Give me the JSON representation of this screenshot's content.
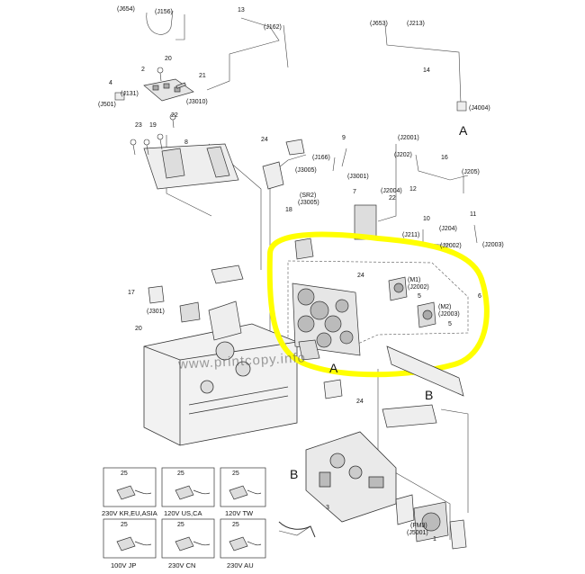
{
  "watermark": "www.printcopy.info",
  "callouts": {
    "c1": "1",
    "c2": "2",
    "c3": "3",
    "c4": "4",
    "c5a": "5",
    "c5b": "5",
    "c6": "6",
    "c7": "7",
    "c8": "8",
    "c9": "9",
    "c10": "10",
    "c11": "11",
    "c12": "12",
    "c13": "13",
    "c14": "14",
    "c16": "16",
    "c17": "17",
    "c18": "18",
    "c19": "19",
    "c20a": "20",
    "c20b": "20",
    "c21": "21",
    "c22a": "22",
    "c22b": "22",
    "c23": "23",
    "c24a": "24",
    "c24b": "24",
    "c24c": "24",
    "c25a": "25",
    "c25b": "25",
    "c25c": "25",
    "c25d": "25",
    "c25e": "25",
    "c25f": "25"
  },
  "connectors": {
    "j654": "(J654)",
    "j156": "(J156)",
    "j162": "(J162)",
    "j653": "(J653)",
    "j213": "(J213)",
    "j4004": "(J4004)",
    "j131": "(J131)",
    "j501": "(J501)",
    "j3010": "(J3010)",
    "j166": "(J166)",
    "j3005a": "(J3005)",
    "j3001": "(J3001)",
    "j2001": "(J2001)",
    "j202": "(J202)",
    "j205": "(J205)",
    "j2004": "(J2004)",
    "sr2": "(SR2)",
    "j3005b": "(J3005)",
    "j204": "(J204)",
    "j211": "(J211)",
    "j2002a": "(J2002)",
    "j2003a": "(J2003)",
    "m1": "(M1)",
    "j2002b": "(J2002)",
    "m2": "(M2)",
    "j2003b": "(J2003)",
    "j301": "(J301)",
    "fm3": "(FM3)",
    "j5001": "(J5001)"
  },
  "markers": {
    "a_top": "A",
    "a_mid": "A",
    "b_right": "B",
    "b_left": "B"
  },
  "power_cords": [
    {
      "num": "25",
      "caption": "230V KR,EU,ASIA"
    },
    {
      "num": "25",
      "caption": "120V US,CA"
    },
    {
      "num": "25",
      "caption": "120V TW"
    },
    {
      "num": "25",
      "caption": "100V JP"
    },
    {
      "num": "25",
      "caption": "230V CN"
    },
    {
      "num": "25",
      "caption": "230V AU"
    }
  ],
  "colors": {
    "highlight": "#ffff00",
    "line": "#333333",
    "dash": "#555555"
  }
}
